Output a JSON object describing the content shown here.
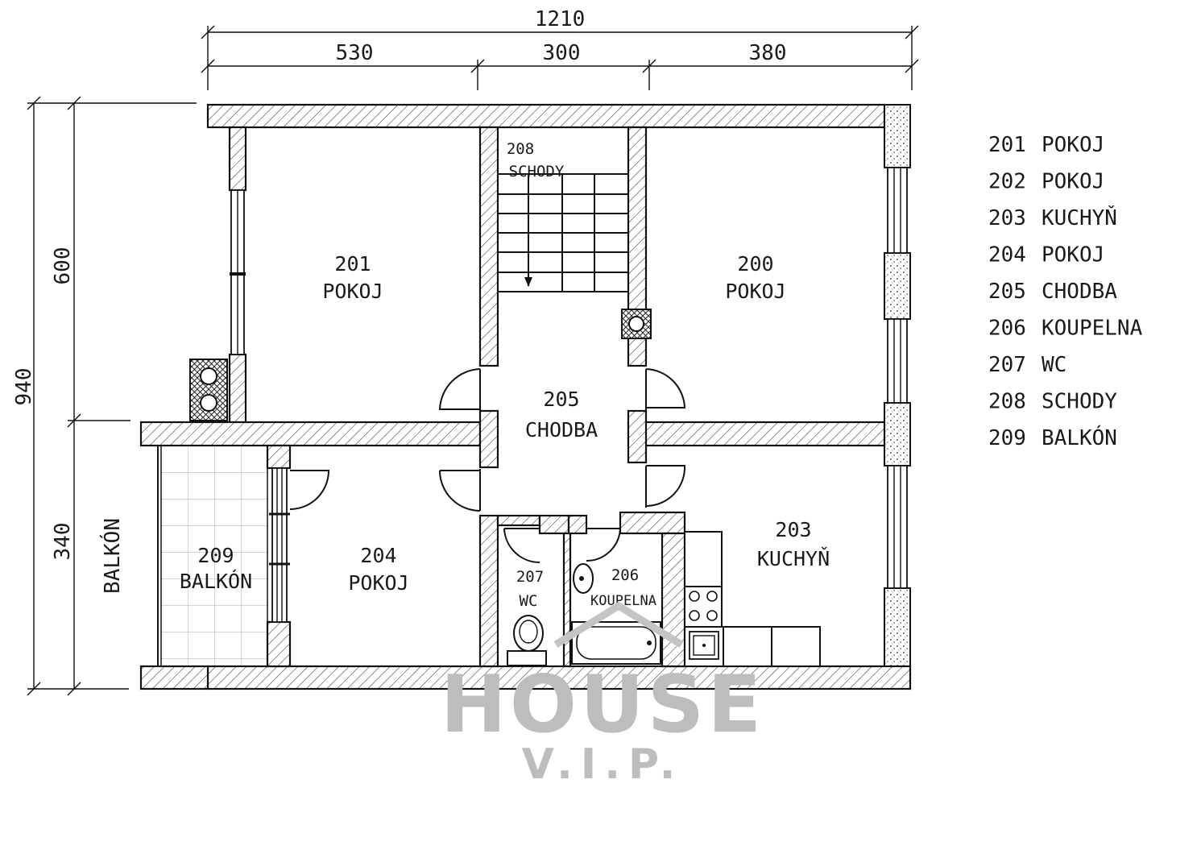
{
  "dimensions": {
    "total_width": "1210",
    "seg1": "530",
    "seg2": "300",
    "seg3": "380",
    "total_height": "940",
    "upper_height": "600",
    "lower_height": "340",
    "balcony_side_label": "BALKÓN"
  },
  "rooms": {
    "r201": {
      "number": "201",
      "name": "POKOJ"
    },
    "r200": {
      "number": "200",
      "name": "POKOJ"
    },
    "r208": {
      "number": "208",
      "name": "SCHODY"
    },
    "r205": {
      "number": "205",
      "name": "CHODBA"
    },
    "r209": {
      "number": "209",
      "name": "BALKÓN"
    },
    "r204": {
      "number": "204",
      "name": "POKOJ"
    },
    "r207": {
      "number": "207",
      "name": "WC"
    },
    "r206": {
      "number": "206",
      "name": "KOUPELNA"
    },
    "r203": {
      "number": "203",
      "name": "KUCHYŇ"
    }
  },
  "legend": [
    {
      "number": "201",
      "name": "POKOJ"
    },
    {
      "number": "202",
      "name": "POKOJ"
    },
    {
      "number": "203",
      "name": "KUCHYŇ"
    },
    {
      "number": "204",
      "name": "POKOJ"
    },
    {
      "number": "205",
      "name": "CHODBA"
    },
    {
      "number": "206",
      "name": "KOUPELNA"
    },
    {
      "number": "207",
      "name": "WC"
    },
    {
      "number": "208",
      "name": "SCHODY"
    },
    {
      "number": "209",
      "name": "BALKÓN"
    }
  ],
  "watermark": {
    "line1": "HOUSE",
    "line2": "V.I.P."
  }
}
